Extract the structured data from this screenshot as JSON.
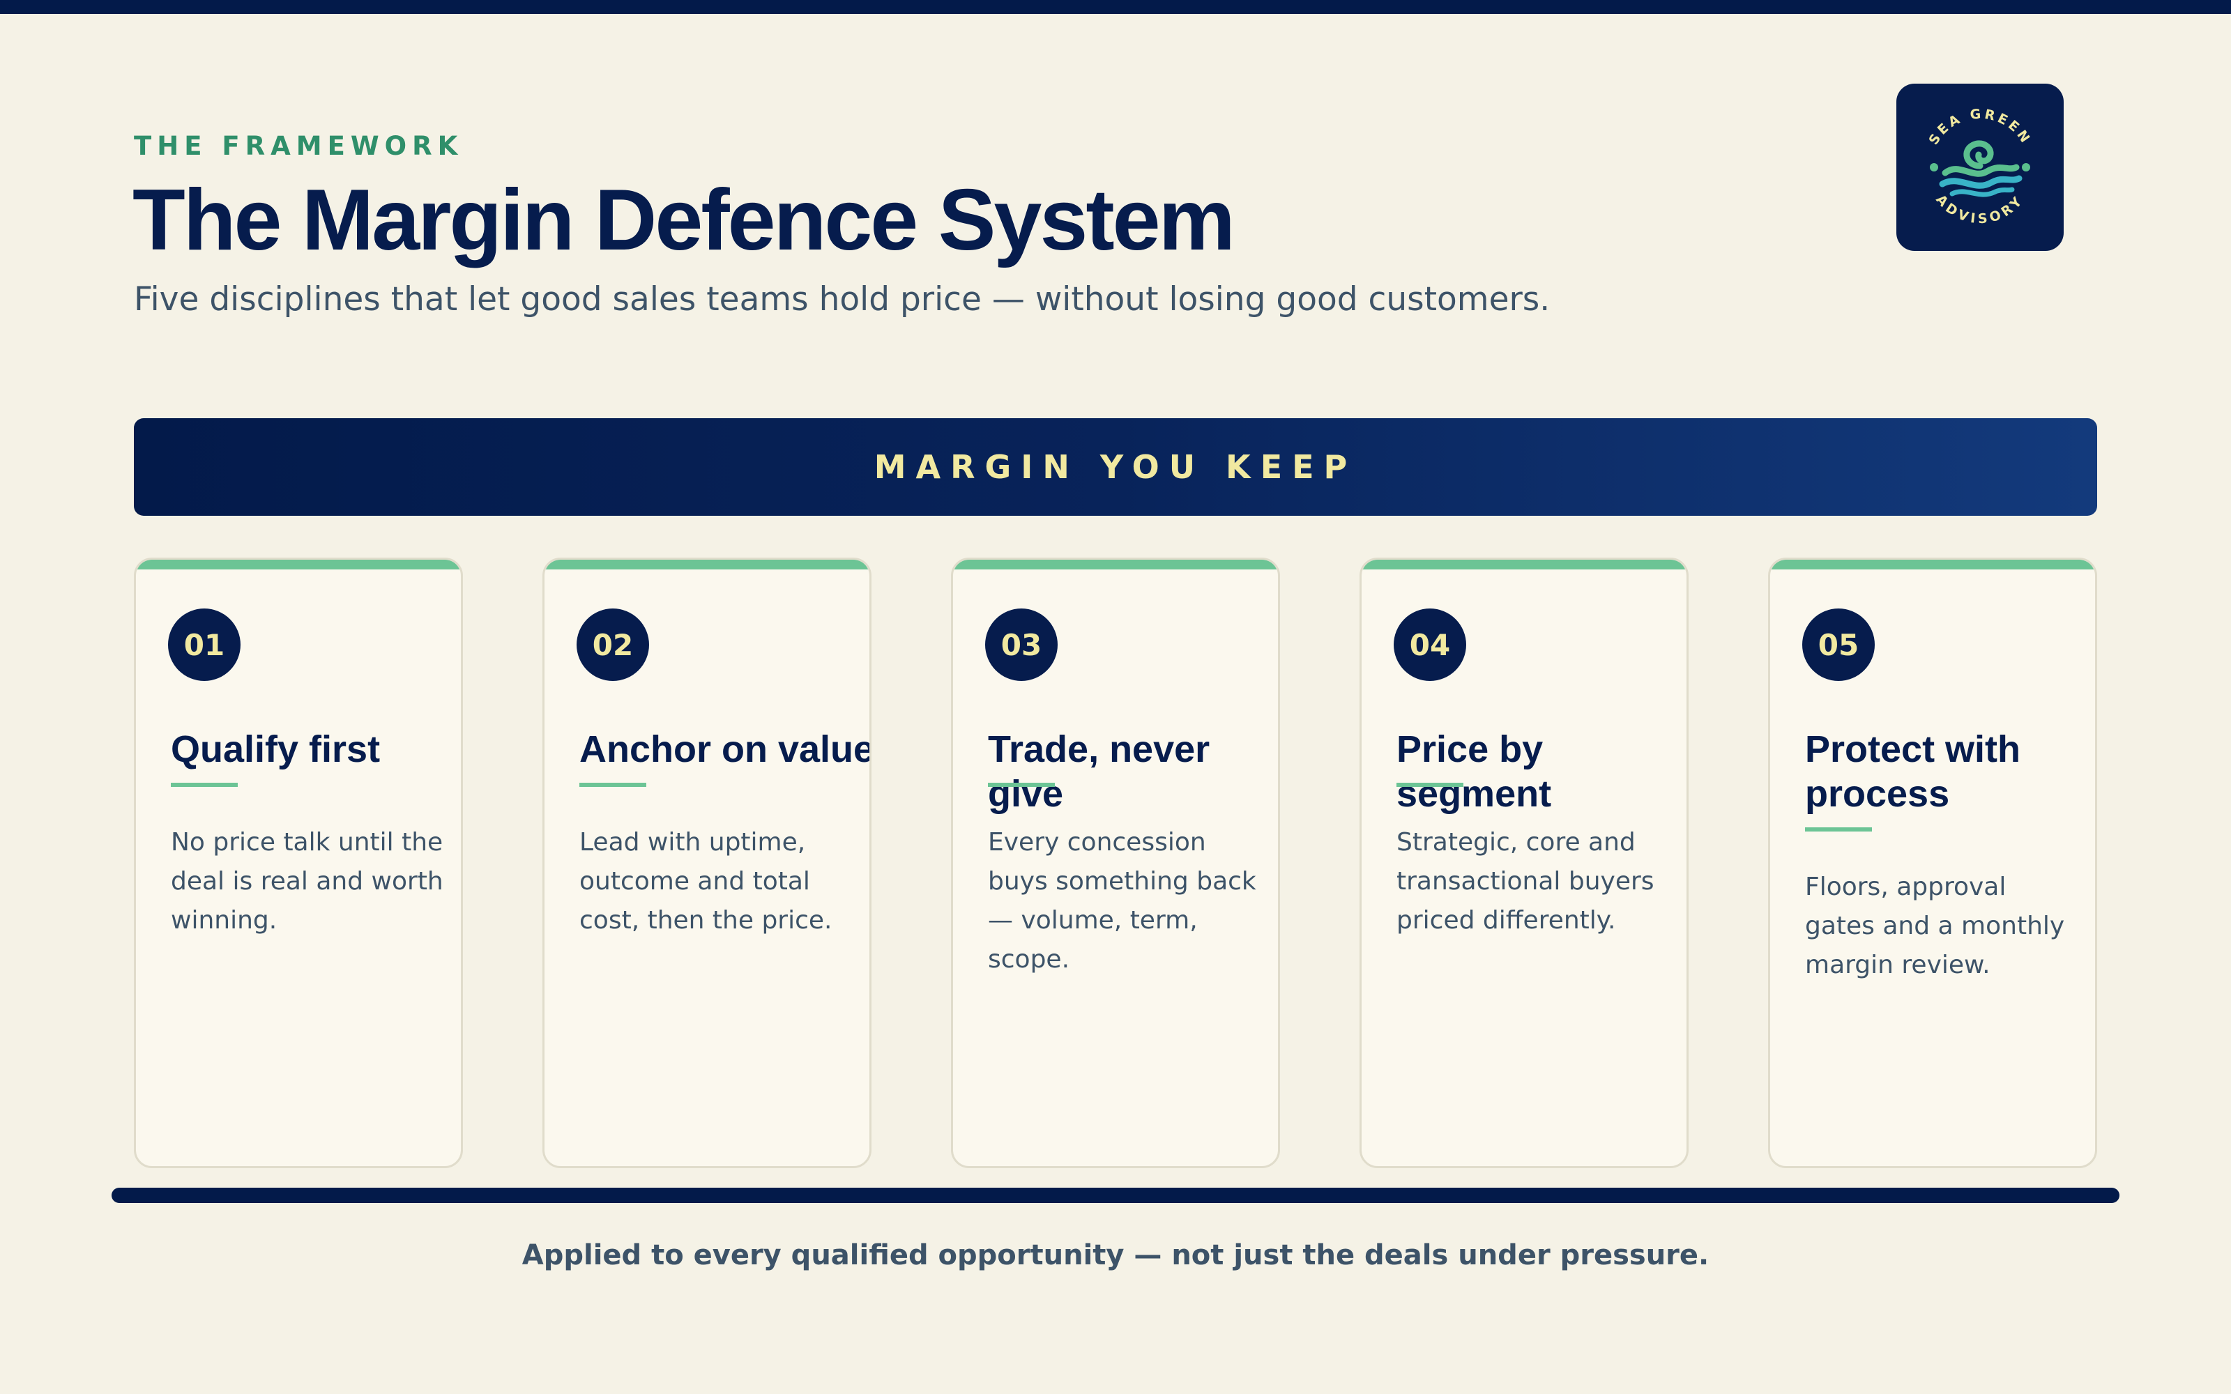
{
  "header": {
    "eyebrow": "THE FRAMEWORK",
    "title": "The Margin Defence System",
    "subtitle": "Five disciplines that let good sales teams hold price — without losing good customers."
  },
  "logo": {
    "icon": "wave-spiral-logo",
    "text_top": "SEA GREEN",
    "text_bottom": "ADVISORY"
  },
  "band": {
    "label": "MARGIN YOU KEEP"
  },
  "pillars": [
    {
      "number": "01",
      "title": "Qualify first",
      "description": "No price talk until the deal is real and worth winning."
    },
    {
      "number": "02",
      "title": "Anchor on value",
      "description": "Lead with uptime, outcome and total cost, then the price."
    },
    {
      "number": "03",
      "title": "Trade, never give",
      "description": "Every concession buys something back — volume, term, scope."
    },
    {
      "number": "04",
      "title": "Price by segment",
      "description": "Strategic, core and transactional buyers priced differently."
    },
    {
      "number": "05",
      "title": "Protect with process",
      "description": "Floors, approval gates and a monthly margin review."
    }
  ],
  "footer": {
    "note": "Applied to every qualified opportunity — not just the deals under pressure."
  },
  "colors": {
    "navy": "#061C4D",
    "sea_green": "#2F8F6A",
    "accent_green": "#6CC495",
    "cream": "#F5F2E6",
    "card": "#FBF8EE",
    "yellow": "#F1E9A0",
    "slate": "#3D5368"
  }
}
